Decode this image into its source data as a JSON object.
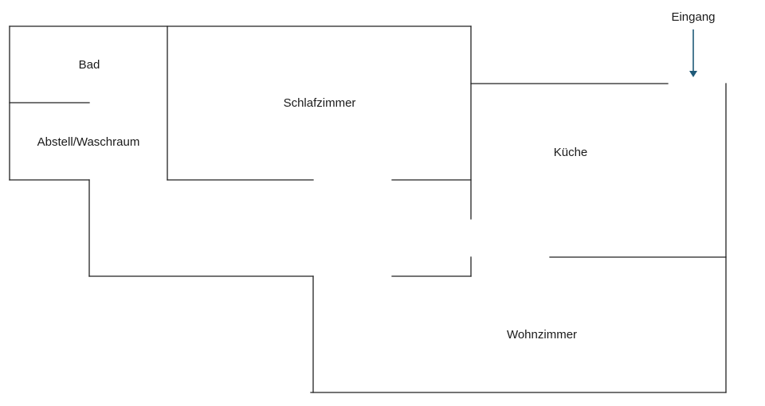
{
  "rooms": {
    "bad": "Bad",
    "abstell": "Abstell/Waschraum",
    "schlafzimmer": "Schlafzimmer",
    "kueche": "Küche",
    "wohnzimmer": "Wohnzimmer"
  },
  "entrance": {
    "label": "Eingang"
  },
  "colors": {
    "walls": "#222222",
    "entrance_arrow": "#1f5a78",
    "background": "#ffffff"
  }
}
